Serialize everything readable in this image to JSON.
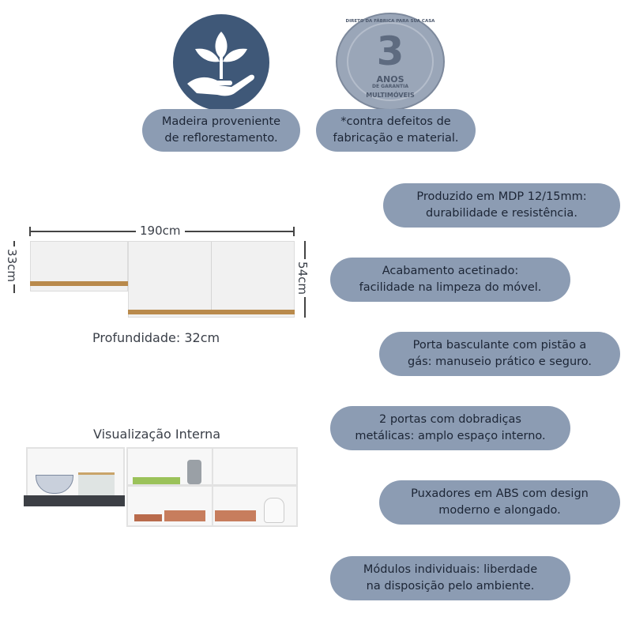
{
  "badges": {
    "reforest": {
      "icon": "plant-in-hand-icon",
      "line1": "Madeira proveniente",
      "line2": "de reflorestamento.",
      "color": "#3f5878"
    },
    "warranty": {
      "icon": "warranty-seal-icon",
      "seal_top": "DIRETO DA FÁBRICA PARA SUA CASA",
      "seal_number": "3",
      "seal_years": "ANOS",
      "seal_sub": "DE GARANTIA",
      "seal_brand": "MULTIMÓVEIS",
      "line1": "*contra defeitos de",
      "line2": "fabricação e material."
    }
  },
  "dimensions": {
    "width": "190cm",
    "left_height": "33cm",
    "right_height": "54cm",
    "depth": "Profundidade: 32cm"
  },
  "interior": {
    "title": "Visualização Interna"
  },
  "features": [
    {
      "line1": "Produzido em MDP 12/15mm:",
      "line2": "durabilidade e resistência."
    },
    {
      "line1": "Acabamento acetinado:",
      "line2": "facilidade na limpeza do móvel."
    },
    {
      "line1": "Porta basculante com pistão a",
      "line2": "gás: manuseio prático e seguro."
    },
    {
      "line1": "2 portas com dobradiças",
      "line2": "metálicas: amplo espaço interno."
    },
    {
      "line1": "Puxadores em ABS com design",
      "line2": "moderno e alongado."
    },
    {
      "line1": "Módulos individuais: liberdade",
      "line2": "na disposição pelo ambiente."
    }
  ],
  "colors": {
    "pill": "#8c9cb3",
    "wood": "#b98a4c"
  }
}
